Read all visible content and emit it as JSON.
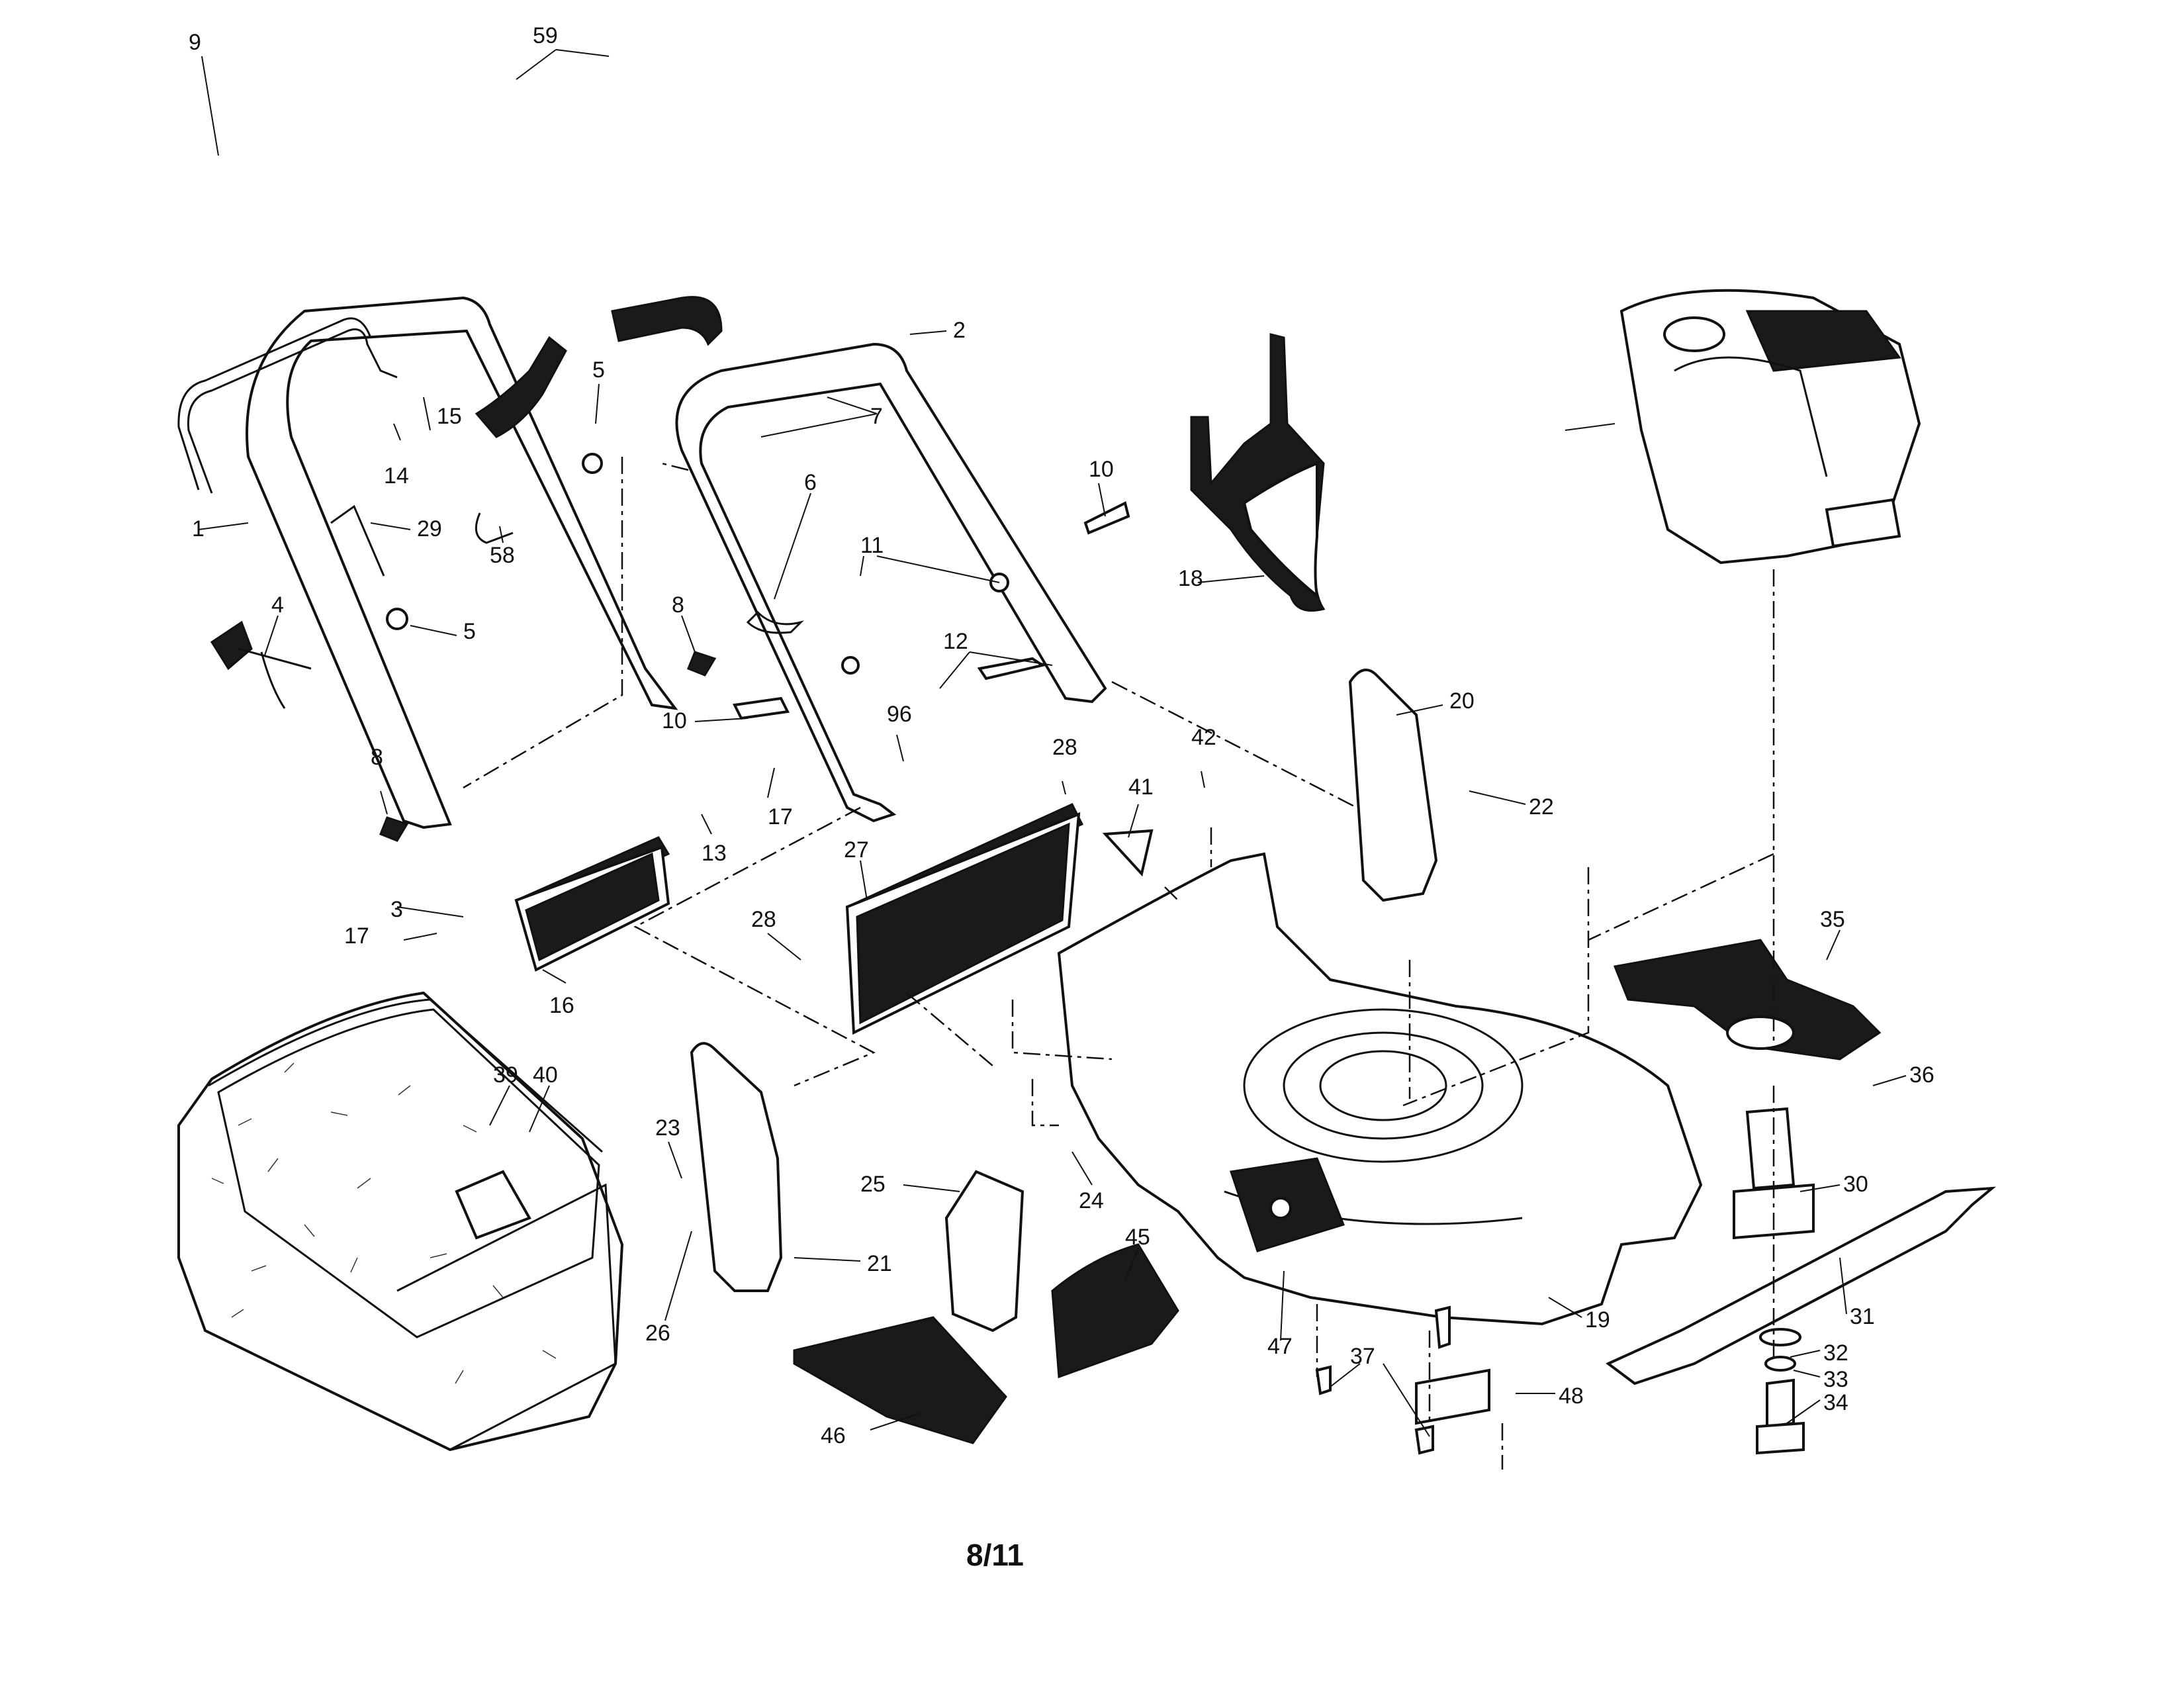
{
  "diagram": {
    "footer": "8/11",
    "callouts": [
      "9",
      "59",
      "2",
      "5",
      "7",
      "14",
      "15",
      "10",
      "1",
      "29",
      "6",
      "11",
      "58",
      "4",
      "5",
      "8",
      "18",
      "12",
      "20",
      "10",
      "96",
      "42",
      "28",
      "8",
      "17",
      "13",
      "22",
      "41",
      "27",
      "3",
      "17",
      "28",
      "16",
      "35",
      "39",
      "40",
      "36",
      "23",
      "24",
      "25",
      "30",
      "21",
      "45",
      "26",
      "31",
      "47",
      "37",
      "19",
      "32",
      "48",
      "33",
      "46",
      "34"
    ]
  }
}
